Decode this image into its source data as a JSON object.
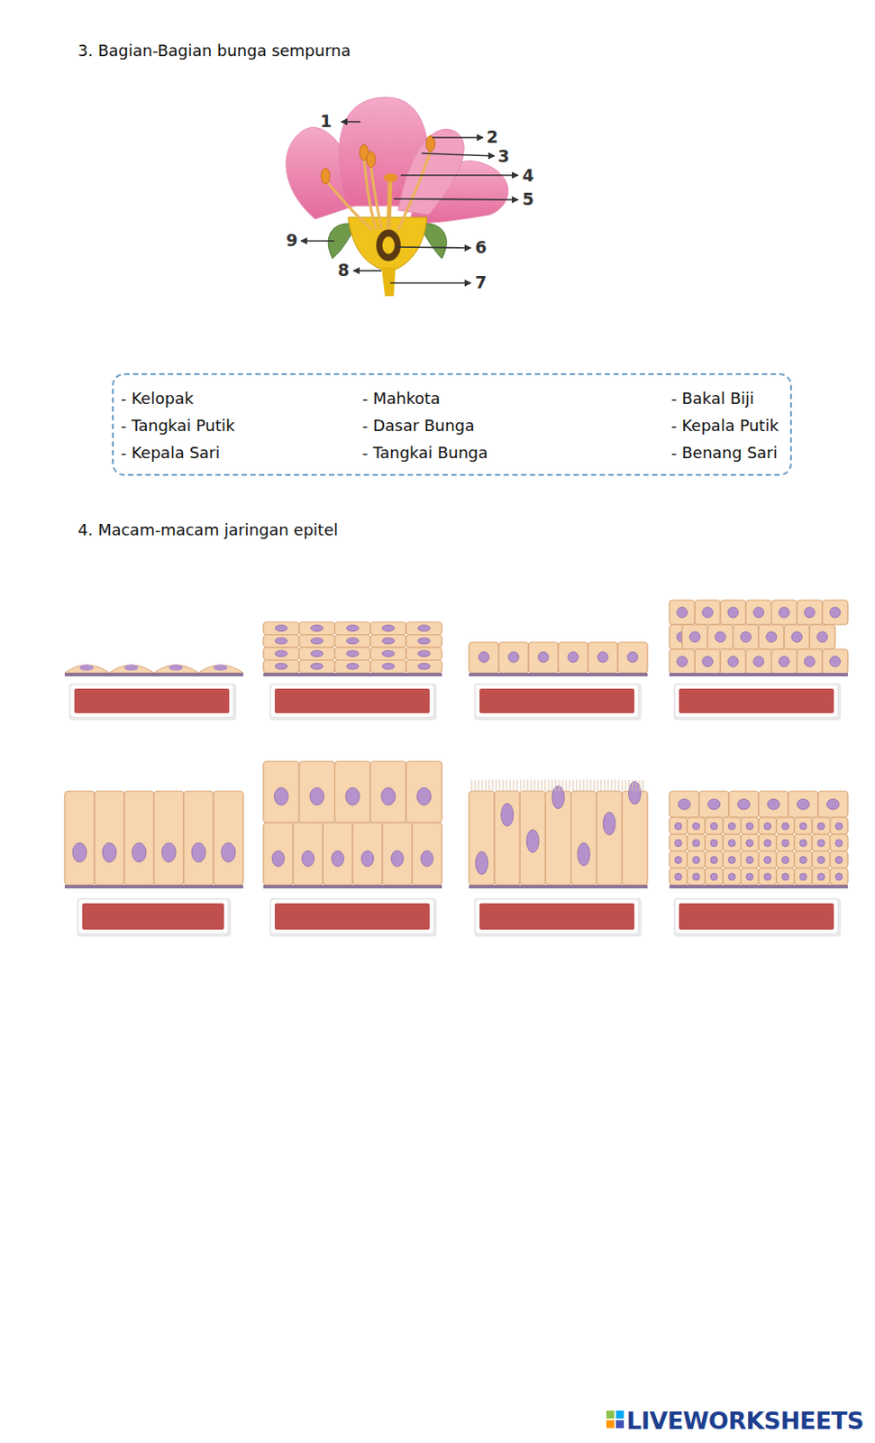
{
  "diagram": {
    "nodes": [
      {
        "text": [
          "- Kelopak",
          "- Mahkota",
          "- Bakal Biji",
          "- Tangkai Putik",
          "- Dasar Bunga",
          "- Kepala Putik",
          "- Kepala Sari",
          "- Tangkai Bunga",
          "- Benang Sari"
        ]
      }
    ],
    "labels": [
      "3.  Bagian-Bagian bunga sempurna",
      "1",
      "2",
      "3",
      "4",
      "5",
      "6",
      "7",
      "8",
      "9",
      "4.  Macam-macam jaringan epitel",
      "LIVEWORKSHEETS"
    ]
  }
}
